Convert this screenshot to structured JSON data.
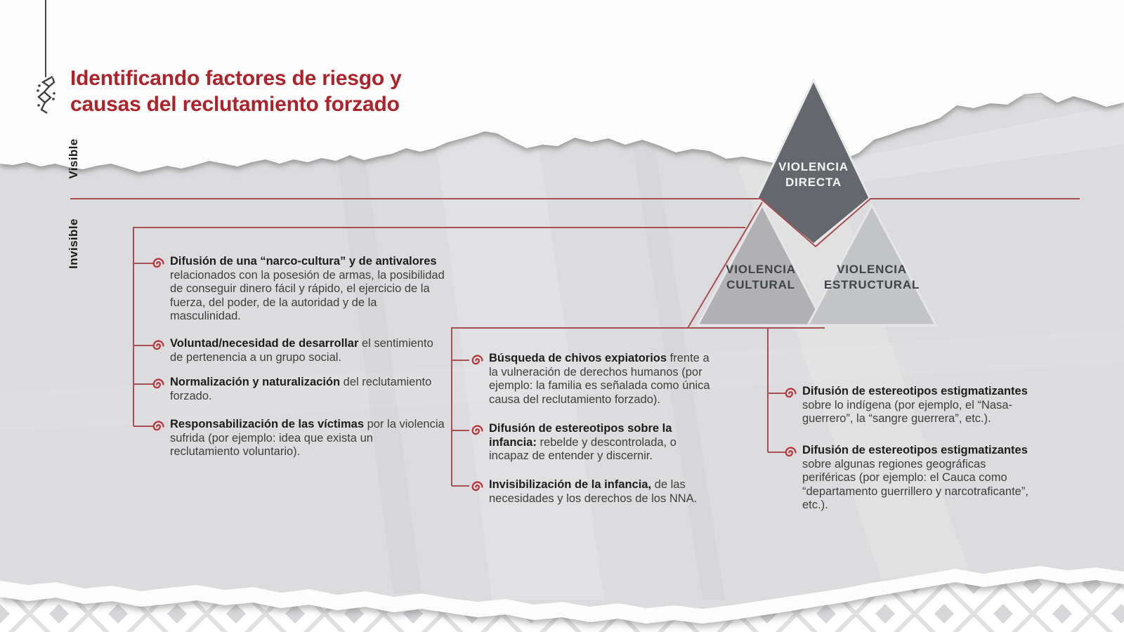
{
  "title": {
    "line1": "Identificando factores de riesgo y",
    "line2": "causas del reclutamiento forzado"
  },
  "axis_labels": {
    "visible": "Visible",
    "invisible": "Invisible"
  },
  "pyramid": {
    "direct": {
      "line1": "VIOLENCIA",
      "line2": "DIRECTA"
    },
    "cultural": {
      "line1": "VIOLENCIA",
      "line2": "CULTURAL"
    },
    "structural": {
      "line1": "VIOLENCIA",
      "line2": "ESTRUCTURAL"
    }
  },
  "columns": {
    "left": {
      "items": [
        {
          "bold": "Difusión de una “narco-cultura” y de antivalores",
          "rest": " relacionados con la posesión de armas, la posibilidad de conseguir dinero fácil y rápido, el ejercicio de la fuerza, del poder, de la autoridad y de la masculinidad."
        },
        {
          "bold": "Voluntad/necesidad de desarrollar",
          "rest": " el sentimiento de pertenencia a un grupo social."
        },
        {
          "bold": "Normalización y naturalización",
          "rest": " del reclutamiento forzado."
        },
        {
          "bold": "Responsabilización de las víctimas",
          "rest": " por la violencia sufrida (por ejemplo: idea que exista un reclutamiento voluntario)."
        }
      ]
    },
    "middle": {
      "items": [
        {
          "bold": "Búsqueda de chivos expiatorios",
          "rest": " frente a la vulneración de derechos humanos (por ejemplo: la familia es señalada como única causa del reclutamiento forzado)."
        },
        {
          "bold": "Difusión de estereotipos sobre la infancia:",
          "rest": " rebelde y descontrolada, o incapaz de entender y discernir."
        },
        {
          "bold": "Invisibilización de la infancia,",
          "rest": " de las necesidades y los derechos de los NNA."
        }
      ]
    },
    "right": {
      "items": [
        {
          "bold": "Difusión de estereotipos estigmatizantes",
          "rest": " sobre lo indígena (por ejemplo, el “Nasa-guerrero”, la “sangre guerrera”, etc.)."
        },
        {
          "bold": "Difusión de estereotipos estigmatizantes",
          "rest": " sobre algunas regiones geográficas periféricas (por ejemplo: el Cauca como “departamento guerrillero y narcotraficante”, etc.)."
        }
      ]
    }
  },
  "icons": {
    "bullet": "spiral-icon",
    "ornament": "tribal-ornament-icon"
  },
  "colors": {
    "title_red": "#ae2329",
    "line_red": "#a64f55",
    "spiral_red": "#b5383e",
    "paper_gray": "#dcdcde",
    "direct_fill": "#64676b",
    "cultural_fill": "#b1b1b3",
    "structural_fill": "#c3c4c6"
  }
}
